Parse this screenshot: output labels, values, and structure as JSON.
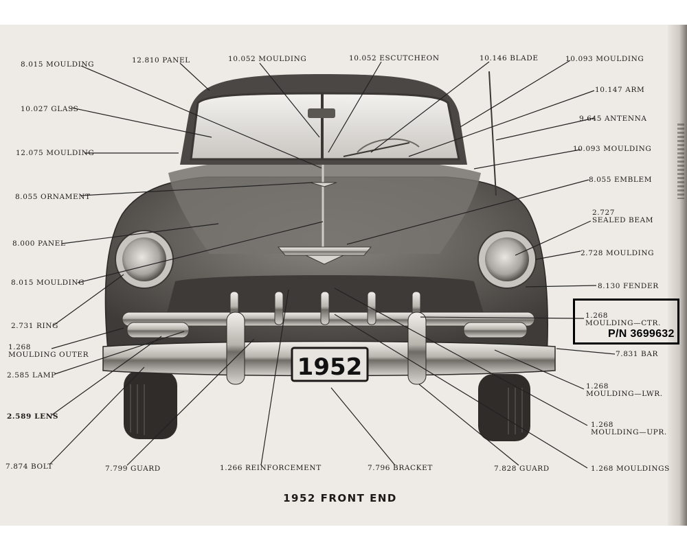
{
  "caption": "1952 FRONT END",
  "callout_part_number": "P/N 3699632",
  "plate_text": "1952",
  "labels": {
    "moulding_8015_top": "8.015 MOULDING",
    "panel_12810": "12.810 PANEL",
    "moulding_10052": "10.052 MOULDING",
    "escutcheon_10052": "10.052 ESCUTCHEON",
    "blade_10146": "10.146 BLADE",
    "moulding_10093_top": "10.093 MOULDING",
    "arm_10147": "10.147 ARM",
    "glass_10027": "10.027 GLASS",
    "antenna_9645": "9.645 ANTENNA",
    "moulding_12075": "12.075 MOULDING",
    "moulding_10093_right": "10.093 MOULDING",
    "emblem_8055": "8.055 EMBLEM",
    "ornament_8055": "8.055 ORNAMENT",
    "sealed_beam_num": "2.727",
    "sealed_beam_text": "SEALED BEAM",
    "panel_8000": "8.000 PANEL",
    "moulding_2728": "2.728 MOULDING",
    "moulding_8015_left": "8.015 MOULDING",
    "fender_8130": "8.130 FENDER",
    "ring_2731": "2.731 RING",
    "moulding_ctr_num": "1.268",
    "moulding_ctr_text": "MOULDING—CTR.",
    "moulding_outer_num": "1.268",
    "moulding_outer_text": "MOULDING  OUTER",
    "bar_7831": "7.831 BAR",
    "lamp_2585": "2.585 LAMP",
    "moulding_lwr_num": "1.268",
    "moulding_lwr_text": "MOULDING—LWR.",
    "lens_2589": "2.589 LENS",
    "moulding_upr_num": "1.268",
    "moulding_upr_text": "MOULDING—UPR.",
    "bolt_7874": "7.874 BOLT",
    "guard_7799": "7.799 GUARD",
    "reinforcement_1266": "1.266 REINFORCEMENT",
    "bracket_7796": "7.796 BRACKET",
    "guard_7828": "7.828 GUARD",
    "mouldings_1268": "1.268 MOULDINGS"
  }
}
